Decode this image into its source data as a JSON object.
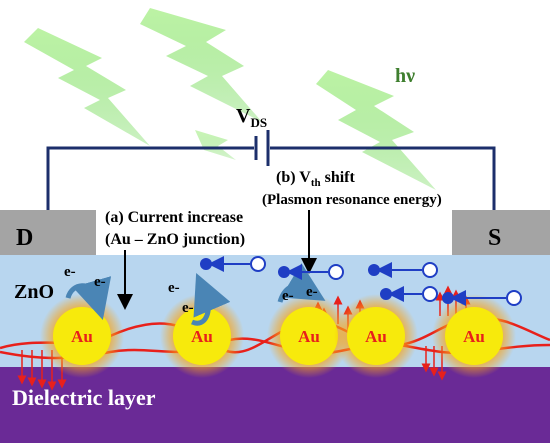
{
  "drain_label": "D",
  "source_label": "S",
  "zno_label": "ZnO",
  "dielectric_label": "Dielectric layer",
  "photon_label": "hν",
  "vds_label": {
    "main": "V",
    "sub": "DS"
  },
  "annotation_a": {
    "line1": "(a) Current increase",
    "line2": "(Au – ZnO junction)"
  },
  "annotation_b": {
    "line1_prefix": "(b) V",
    "line1_sub": "th",
    "line1_suffix": " shift",
    "line2": "(Plasmon resonance energy)"
  },
  "particle_label": "Au",
  "electron_label": "e-",
  "colors": {
    "zno": "#b8d6ef",
    "dielectric": "#6a2a96",
    "electrode": "#a4a4a4",
    "gold": "#f7ea0c",
    "glow": "#f7a41b",
    "wave": "#e8201b",
    "wire": "#1c2f6b",
    "electron_blue": "#1f3ec4",
    "curved_arrow": "#4a85b5",
    "lightning": "#9ce67b",
    "photon_text": "#3f7f2f"
  },
  "icons": [
    "lightning-bolt-icon",
    "battery-icon",
    "curved-arrow-icon",
    "electron-icon",
    "hole-icon"
  ]
}
